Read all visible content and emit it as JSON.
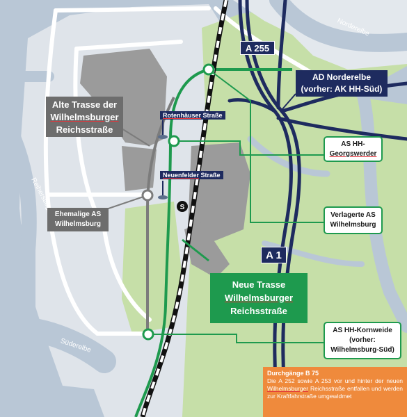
{
  "map": {
    "highway_shields": {
      "a255": "A 255",
      "a1": "A 1"
    },
    "interchange_label": {
      "line1": "AD Norderelbe",
      "line2": "(vorher: AK HH-Süd)"
    },
    "old_route_label": {
      "line1": "Alte Trasse der",
      "line2": "Wilhelmsburger",
      "line3": "Reichsstraße"
    },
    "new_route_label": {
      "line1": "Neue Trasse",
      "line2": "Wilhelmsburger",
      "line3": "Reichsstraße"
    },
    "streets": {
      "rotenhaeuser": "Rotenhäuser",
      "rotenhaeuser_suffix": " Straße",
      "neuenfelder": "Neuenfelder",
      "neuenfelder_suffix": " Straße"
    },
    "junctions": {
      "georgswerder": {
        "line1": "AS HH-",
        "line2": "Georgswerder"
      },
      "verlagerte": {
        "line1": "Verlagerte AS",
        "line2": "Wilhelmsburg"
      },
      "ehemalige": {
        "line1": "Ehemalige AS",
        "line2": "Wilhelmsburg"
      },
      "kornweide": {
        "line1": "AS HH-Kornweide",
        "line2": "(vorher:",
        "line3": "Wilhelmsburg-Süd)"
      }
    },
    "s_bahn_symbol": "S",
    "water": {
      "norderelbe": "Norderelbe",
      "reiherstieg": "Reiherstieg",
      "suederelbe": "Süderelbe"
    },
    "note": {
      "title": "Durchgänge B 75",
      "text_a": "Die A 252 sowie A 253 vor und hinter der neuen ",
      "text_u": "Wilhelmsburger",
      "text_b": " Reichsstraße entfallen und werden zur Kraftfahrstraße umgewidmet"
    },
    "colors": {
      "water": "#b9c7d6",
      "green": "#c6dfa8",
      "navy": "#1e2b5f",
      "route_green": "#1e9a4e",
      "old_grey": "#7c7c7c",
      "note": "#ef8a3c"
    }
  }
}
